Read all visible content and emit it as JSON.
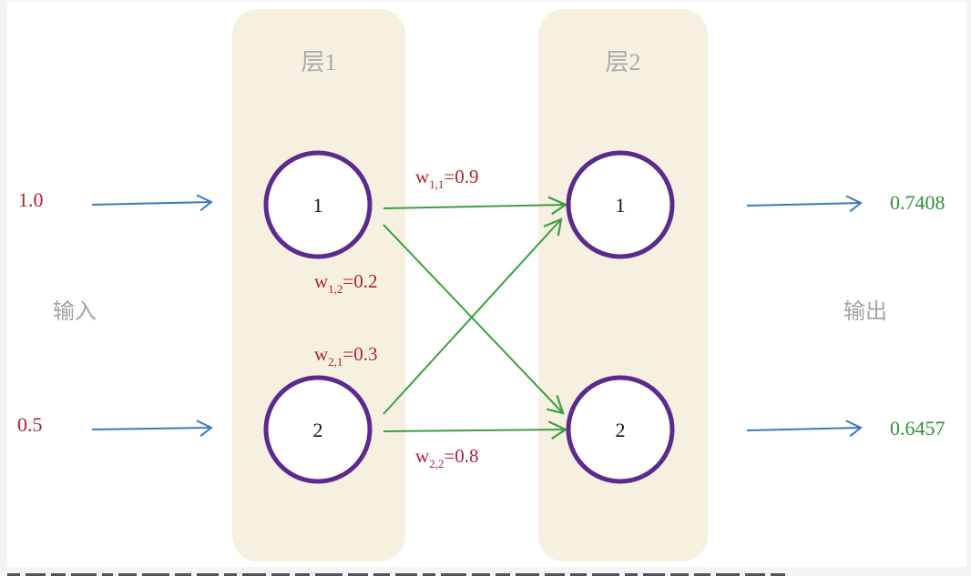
{
  "diagram": {
    "layers": [
      {
        "title": "层1",
        "nodes": [
          {
            "label": "1"
          },
          {
            "label": "2"
          }
        ]
      },
      {
        "title": "层2",
        "nodes": [
          {
            "label": "1"
          },
          {
            "label": "2"
          }
        ]
      }
    ],
    "input_label": "输入",
    "output_label": "输出",
    "inputs": [
      "1.0",
      "0.5"
    ],
    "outputs": [
      "0.7408",
      "0.6457"
    ],
    "weights": [
      {
        "name": "w",
        "sub": "1,1",
        "value": "=0.9"
      },
      {
        "name": "w",
        "sub": "1,2",
        "value": "=0.2"
      },
      {
        "name": "w",
        "sub": "2,1",
        "value": "=0.3"
      },
      {
        "name": "w",
        "sub": "2,2",
        "value": "=0.8"
      }
    ],
    "colors": {
      "input_arrow": "#3a78c2",
      "weight_link": "#3aa040",
      "node_ring": "#5b2a8c",
      "input_value": "#b0202f",
      "output_value": "#2f8f3a",
      "panel": "#f5f0e0"
    }
  }
}
